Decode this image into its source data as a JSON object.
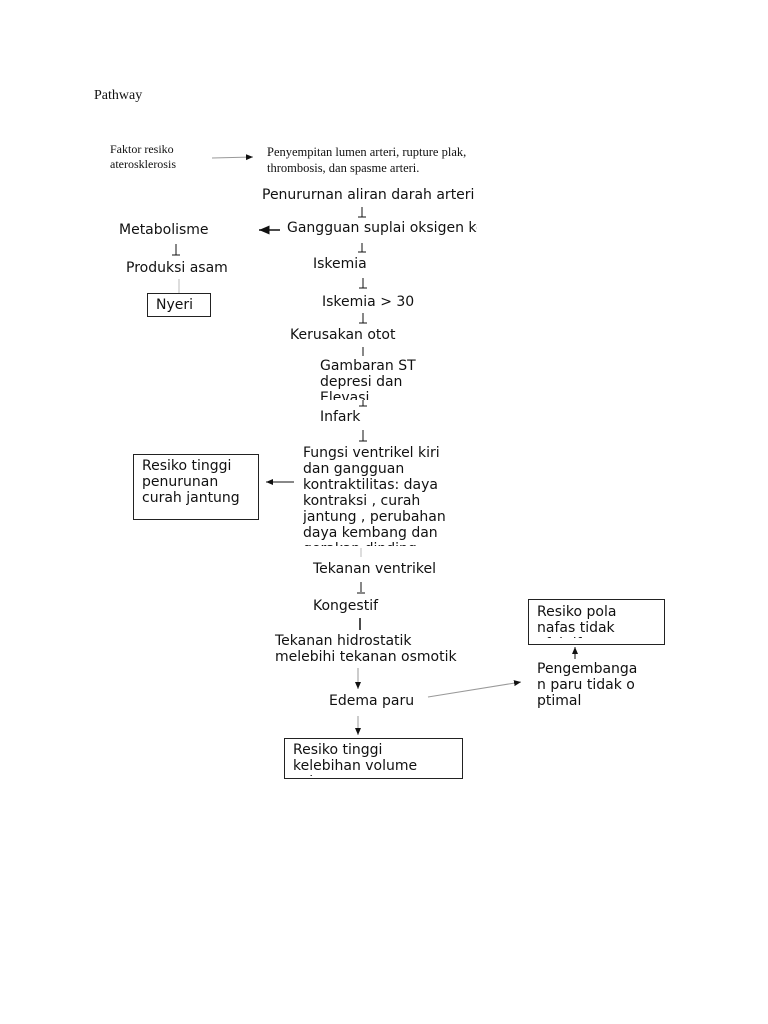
{
  "title": "Pathway",
  "nodes": {
    "risk_factor": "Faktor resiko aterosklerosis",
    "narrowing": "Penyempitan lumen arteri, rupture plak, thrombosis, dan spasme arteri.",
    "reduced_flow": "Penururnan aliran darah arteri",
    "o2_supply": "Gangguan suplai oksigen ke jaringan",
    "metabolism": "Metabolisme",
    "acid": "Produksi asam",
    "pain": "Nyeri",
    "ischemia": "Iskemia",
    "ischemia30": "Iskemia > 30",
    "muscle_damage": "Kerusakan otot",
    "st_depression": "Gambaran ST depresi dan Elevasi",
    "infarct": "Infark",
    "lv_function": "Fungsi ventrikel kiri dan gangguan kontraktilitas: daya kontraksi , curah jantung , perubahan daya kembang dan gerakan dinding",
    "cardiac_output_risk": "Resiko tinggi penurunan curah jantung",
    "ventricular_pressure": "Tekanan ventrikel",
    "congestion": "Kongestif",
    "hydrostatic": "Tekanan hidrostatik melebihi tekanan osmotik",
    "lung_edema": "Edema paru",
    "lung_expansion": "Pengembangan paru tidak optimal",
    "breathing_risk": "Resiko pola nafas tidak efektif",
    "volume_risk": "Resiko tinggi kelebihan volume cairan"
  }
}
